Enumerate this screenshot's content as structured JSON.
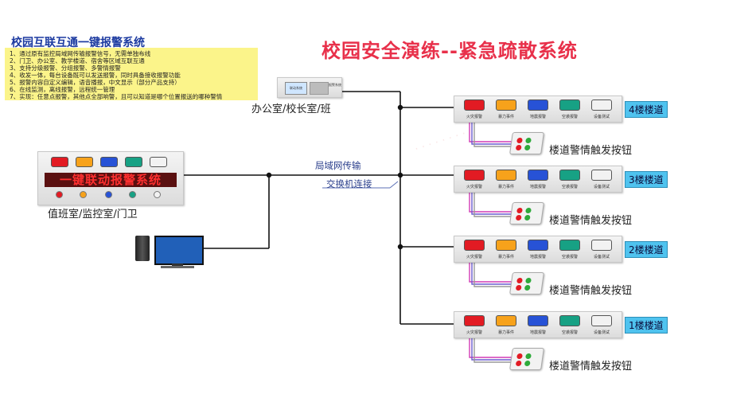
{
  "info_panel": {
    "title": "校园互联互通一键报警系统",
    "lines": [
      "1、通过原有监控局域网传输报警信号，无需单独布线",
      "2、门卫、办公室、教学楼道、宿舍等区域互联互通",
      "3、支持分级报警、分组报警、多警情报警",
      "4、收发一体，每台设备既可以发送报警，同时具备接收报警功能",
      "5、报警内容自定义编辑，语音播报，中文显示（部分产品支持）",
      "6、在线监测，离线报警，远程统一管理",
      "7、实现：任意点报警，其他点全部响警，且可以知道是哪个位置报送的哪种警情"
    ]
  },
  "main_title": "校园安全演练--紧急疏散系统",
  "office": {
    "label": "办公室/校长室/班",
    "device_screen_text": "联动系统",
    "device_side_text": "报警系统"
  },
  "duty_room": {
    "label": "值班室/监控室/门卫",
    "marquee": "一键联动报警系统"
  },
  "network": {
    "lan_label": "局域网传输",
    "switch_label": "交换机连接"
  },
  "lamp_captions": [
    "火灾报警",
    "暴力事件",
    "地震报警",
    "空袭报警",
    "设备测试"
  ],
  "floors": [
    {
      "tag": "4楼楼道",
      "button_label": "楼道警情触发按钮"
    },
    {
      "tag": "3楼楼道",
      "button_label": "楼道警情触发按钮"
    },
    {
      "tag": "2楼楼道",
      "button_label": "楼道警情触发按钮"
    },
    {
      "tag": "1楼楼道",
      "button_label": "楼道警情触发按钮"
    }
  ],
  "colors": {
    "lamp_red": "#e21b23",
    "lamp_orange": "#f7a21b",
    "lamp_blue": "#2752d6",
    "lamp_teal": "#17a184",
    "lamp_white": "#f2f2f2",
    "floor_tag_bg": "#4fc3ef",
    "title_red": "#e8304a",
    "info_yellow": "#fbf48a",
    "info_title_blue": "#1c3aa0"
  }
}
